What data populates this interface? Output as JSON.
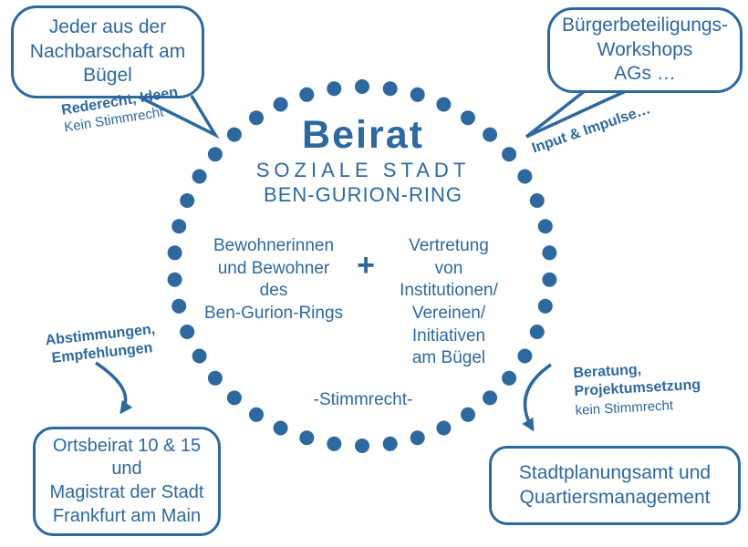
{
  "colors": {
    "primary": "#2d689f"
  },
  "circle": {
    "title": "Beirat",
    "subtitle_line1": "SOZIALE STADT",
    "subtitle_line2": "BEN-GURION-RING",
    "left_group": "Bewohnerinnen\nund Bewohner\ndes\nBen-Gurion-Rings",
    "plus_sign": "+",
    "right_group": "Vertretung\nvon\nInstitutionen/\nVereinen/\nInitiativen\nam Bügel",
    "voting_note": "-Stimmrecht-"
  },
  "bubble_top_left": {
    "text": "Jeder aus der\nNachbarschaft am\nBügel"
  },
  "bubble_top_right": {
    "text": "Bürgerbeteiligungs-\nWorkshops\nAGs …"
  },
  "box_bottom_left": {
    "text": "Ortsbeirat 10 & 15\nund\nMagistrat der Stadt\nFrankfurt am Main"
  },
  "box_bottom_right": {
    "text": "Stadtplanungsamt und\nQuartiersmanagement"
  },
  "label_top_left": {
    "bold": "Rederecht, Ideen",
    "normal": "Kein Stimmrecht"
  },
  "label_top_right": {
    "bold": "Input & Impulse…"
  },
  "label_left": {
    "bold": "Abstimmungen,\nEmpfehlungen"
  },
  "label_right": {
    "bold": "Beratung,\nProjektumsetzung",
    "normal": "kein Stimmrecht"
  }
}
